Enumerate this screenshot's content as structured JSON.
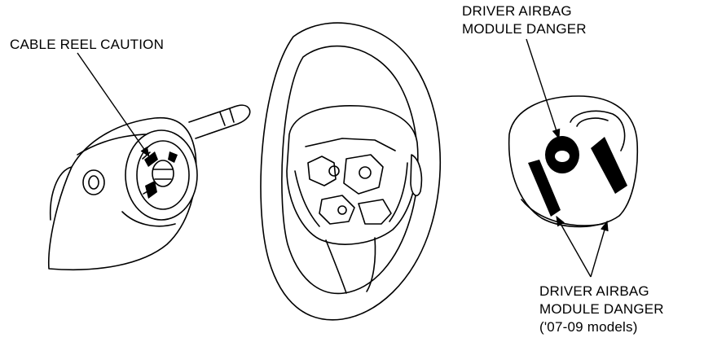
{
  "labels": {
    "cable_reel": "CABLE REEL CAUTION",
    "driver_airbag_line1": "DRIVER AIRBAG",
    "driver_airbag_line2": "MODULE DANGER",
    "driver_airbag_0709_line1": "DRIVER AIRBAG",
    "driver_airbag_0709_line2": "MODULE DANGER",
    "driver_airbag_0709_line3": "('07-09 models)"
  },
  "colors": {
    "ink": "#000000",
    "paper": "#ffffff"
  }
}
